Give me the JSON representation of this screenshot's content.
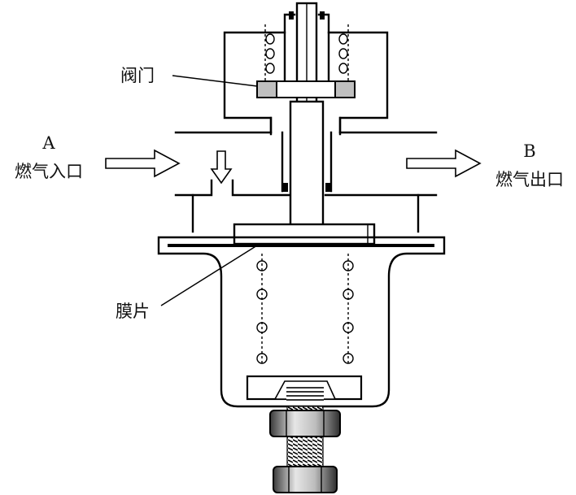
{
  "labels": {
    "valve": "阀门",
    "inlet_letter": "A",
    "inlet": "燃气入口",
    "outlet_letter": "B",
    "outlet": "燃气出口",
    "diaphragm": "膜片"
  },
  "colors": {
    "line": "#000000",
    "valve_seat": "#bfbfbf",
    "nut": "#8c8c8c",
    "background": "#ffffff"
  }
}
